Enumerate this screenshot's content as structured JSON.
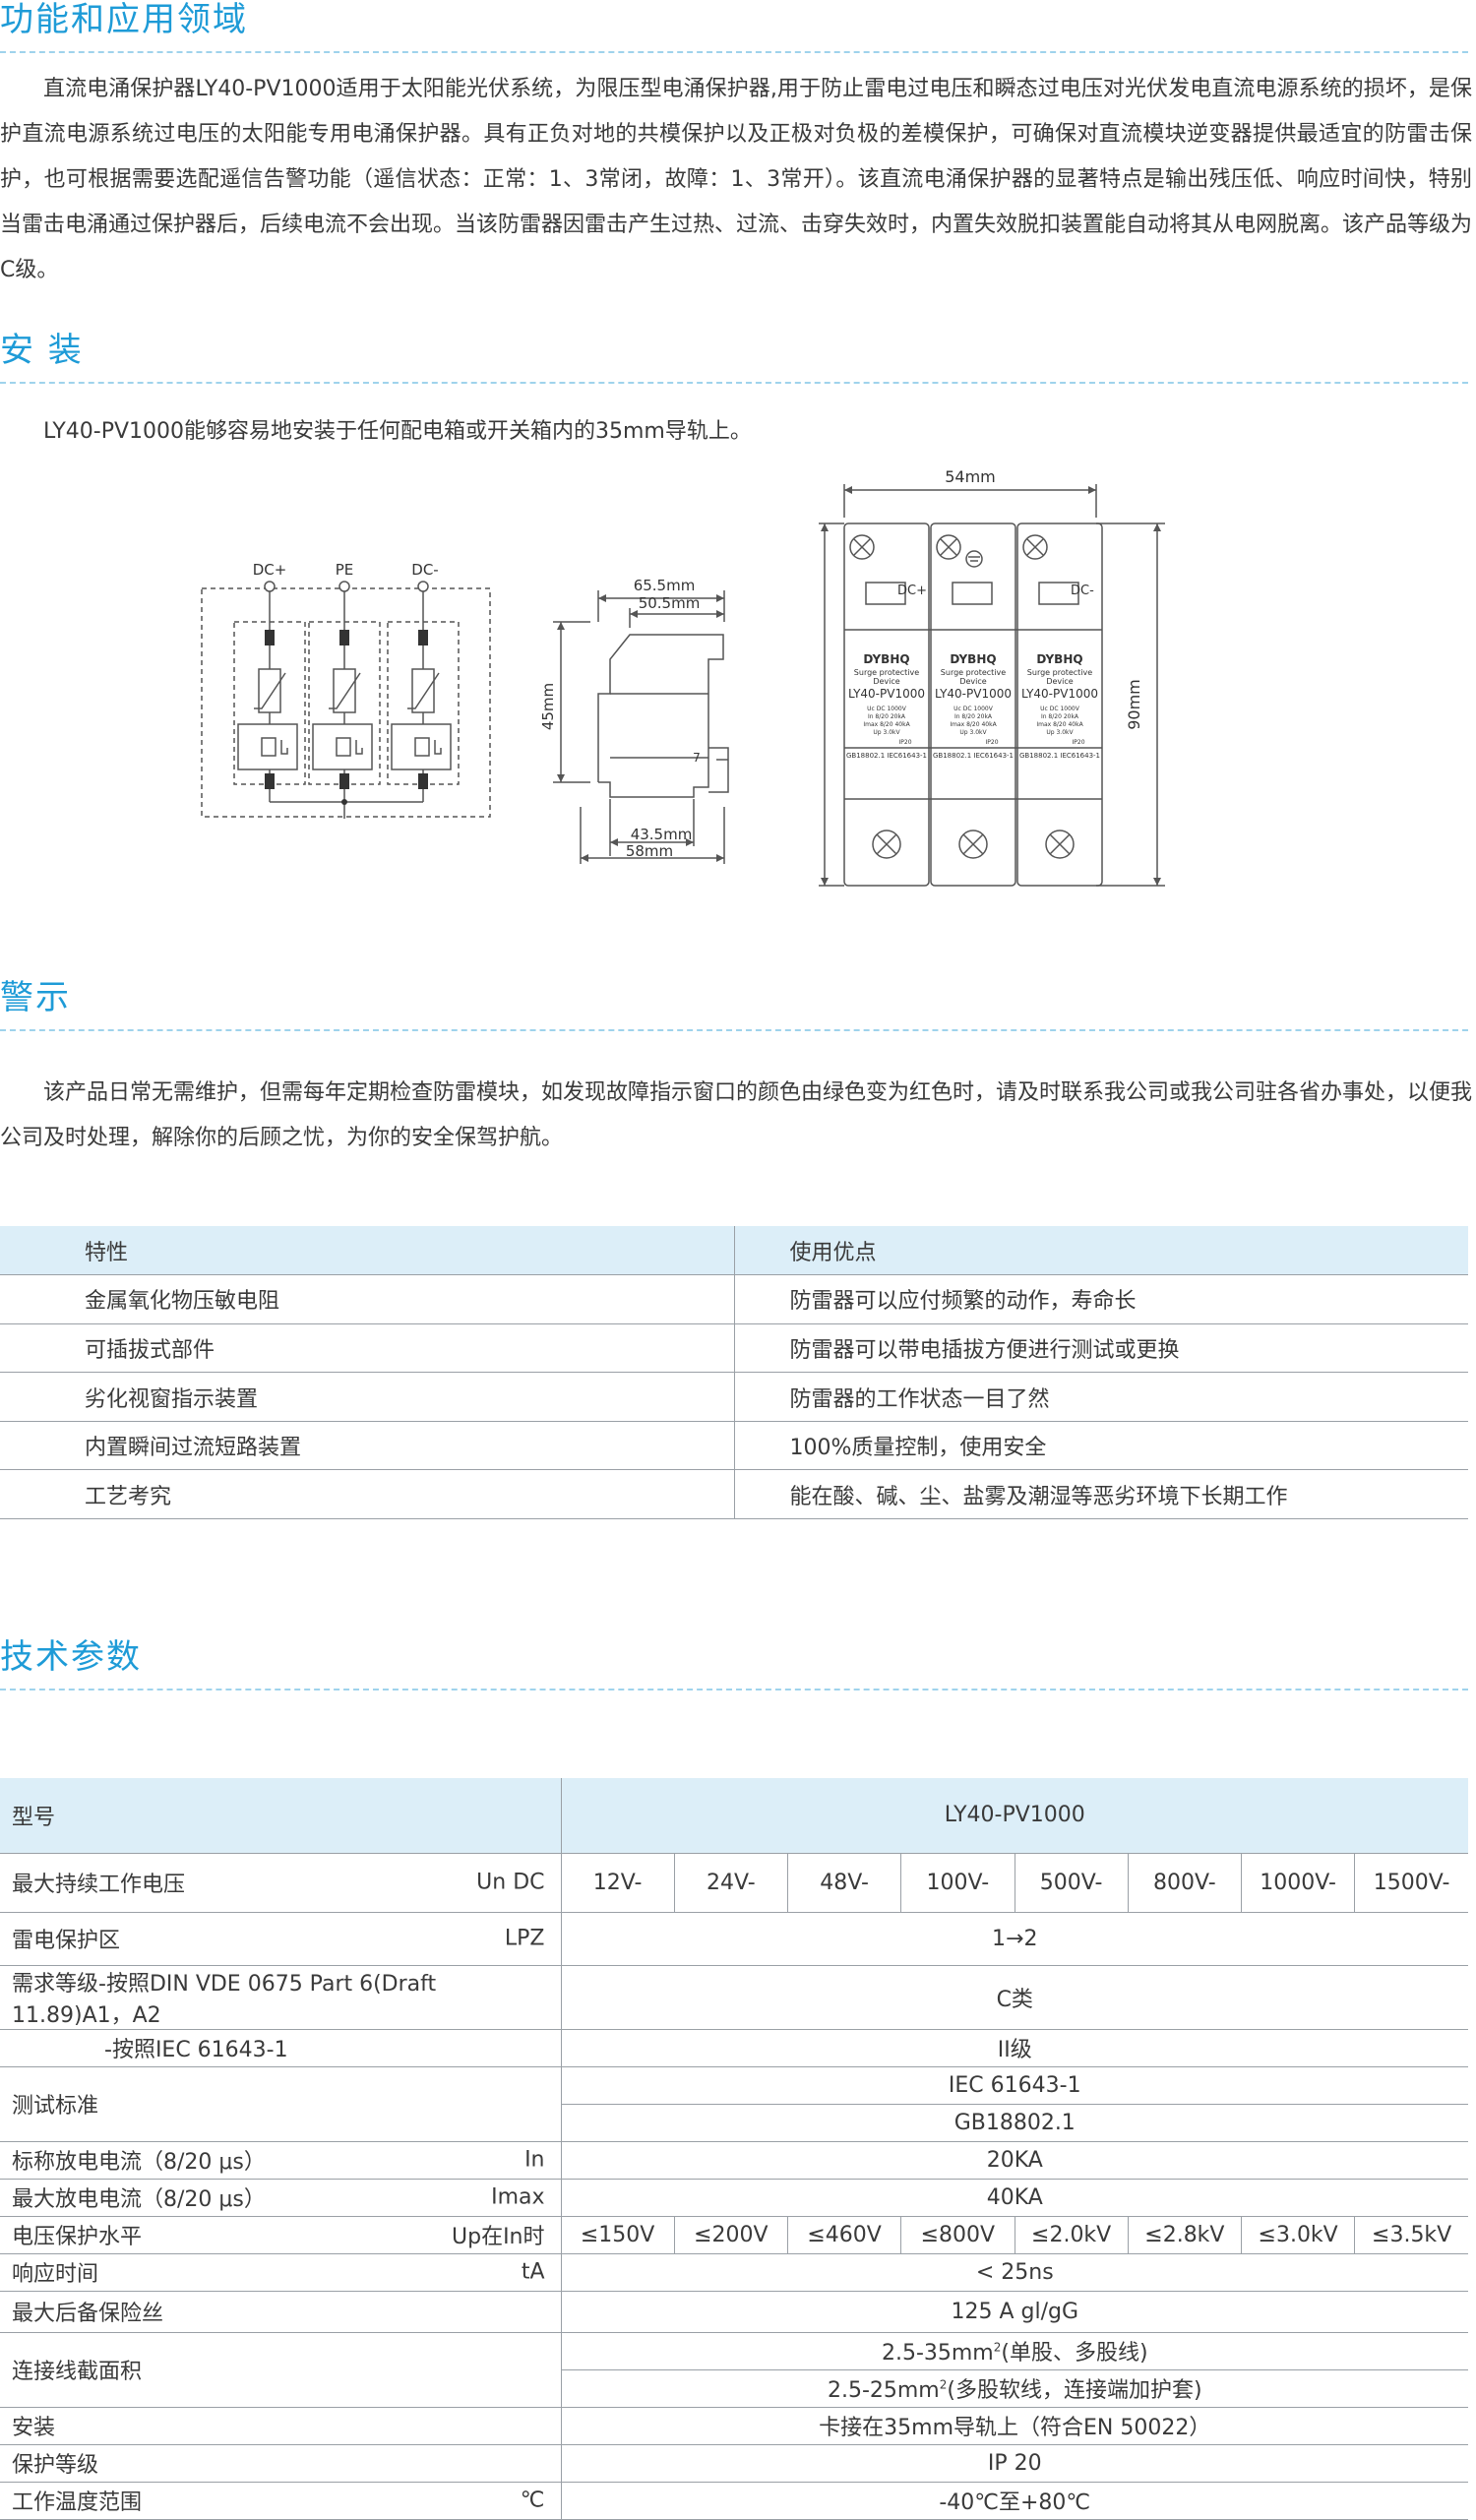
{
  "sections": {
    "func": {
      "title": "功能和应用领域",
      "paragraph": "直流电涌保护器LY40-PV1000适用于太阳能光伏系统，为限压型电涌保护器,用于防止雷电过电压和瞬态过电压对光伏发电直流电源系统的损坏，是保护直流电源系统过电压的太阳能专用电涌保护器。具有正负对地的共模保护以及正极对负极的差模保护，可确保对直流模块逆变器提供最适宜的防雷击保护，也可根据需要选配遥信告警功能（遥信状态：正常：1、3常闭，故障：1、3常开）。该直流电涌保护器的显著特点是输出残压低、响应时间快，特别当雷击电涌通过保护器后，后续电流不会出现。当该防雷器因雷击产生过热、过流、击穿失效时，内置失效脱扣装置能自动将其从电网脱离。该产品等级为C级。"
    },
    "install": {
      "title": "安 装",
      "text": "LY40-PV1000能够容易地安装于任何配电箱或开关箱内的35mm导轨上。"
    },
    "warn": {
      "title": "警示",
      "paragraph": "该产品日常无需维护，但需每年定期检查防雷模块，如发现故障指示窗口的颜色由绿色变为红色时，请及时联系我公司或我公司驻各省办事处，以便我公司及时处理，解除你的后顾之忧，为你的安全保驾护航。"
    },
    "tech": {
      "title": "技术参数"
    }
  },
  "diagram": {
    "circuit": {
      "labels": [
        "DC+",
        "PE",
        "DC-"
      ]
    },
    "side": {
      "w1": "65.5mm",
      "w2": "50.5mm",
      "h": "45mm",
      "small": "7",
      "w3": "43.5mm",
      "w4": "58mm"
    },
    "front": {
      "width": "54mm",
      "height": "90mm",
      "poles": [
        "DC+",
        "",
        "DC-"
      ],
      "brand": "DYBHQ",
      "sub1": "Surge protective",
      "sub2": "Device",
      "model": "LY40-PV1000",
      "spec_lines": [
        "Uc  DC  1000V",
        "In  8/20  20kA",
        "Imax 8/20 40kA",
        "Up  3.0kV"
      ],
      "ip": "IP20",
      "std": "GB18802.1 IEC61643-1"
    }
  },
  "features": {
    "header": [
      "特性",
      "使用优点"
    ],
    "rows": [
      [
        "金属氧化物压敏电阻",
        "防雷器可以应付频繁的动作，寿命长"
      ],
      [
        "可插拔式部件",
        "防雷器可以带电插拔方便进行测试或更换"
      ],
      [
        "劣化视窗指示装置",
        "防雷器的工作状态一目了然"
      ],
      [
        "内置瞬间过流短路装置",
        "100%质量控制，使用安全"
      ],
      [
        "工艺考究",
        "能在酸、碱、尘、盐雾及潮湿等恶劣环境下长期工作"
      ]
    ]
  },
  "specs": {
    "model_label": "型号",
    "model_value": "LY40-PV1000",
    "uc_label": "最大持续工作电压",
    "uc_sym": "Un DC",
    "uc_values": [
      "12V-",
      "24V-",
      "48V-",
      "100V-",
      "500V-",
      "800V-",
      "1000V-",
      "1500V-"
    ],
    "lpz_label": "雷电保护区",
    "lpz_sym": "LPZ",
    "lpz_value": "1→2",
    "class_label1": "需求等级-按照DIN VDE 0675 Part 6(Draft 11.89)A1，A2",
    "class_value1": "C类",
    "class_label2": "-按照IEC 61643-1",
    "class_value2": "II级",
    "std_label": "测试标准",
    "std_value1": "IEC 61643-1",
    "std_value2": "GB18802.1",
    "in_label": "标称放电电流（8/20 μs）",
    "in_sym": "In",
    "in_value": "20KA",
    "imax_label": "最大放电电流（8/20 μs）",
    "imax_sym": "Imax",
    "imax_value": "40KA",
    "up_label": "电压保护水平",
    "up_sym": "Up在In时",
    "up_values": [
      "≤150V",
      "≤200V",
      "≤460V",
      "≤800V",
      "≤2.0kV",
      "≤2.8kV",
      "≤3.0kV",
      "≤3.5kV"
    ],
    "ta_label": "响应时间",
    "ta_sym": "tA",
    "ta_value": "< 25ns",
    "fuse_label": "最大后备保险丝",
    "fuse_value": "125 A gl/gG",
    "wire_label": "连接线截面积",
    "wire_value1a": "2.5-35mm",
    "wire_value1b": "(单股、多股线)",
    "wire_value2a": "2.5-25mm",
    "wire_value2b": "(多股软线，连接端加护套)",
    "sup2": "2",
    "mount_label": "安装",
    "mount_value": "卡接在35mm导轨上（符合EN 50022）",
    "ip_label": "保护等级",
    "ip_value": "IP 20",
    "temp_label": "工作温度范围",
    "temp_sym": "℃",
    "temp_value": "-40℃至+80℃"
  }
}
